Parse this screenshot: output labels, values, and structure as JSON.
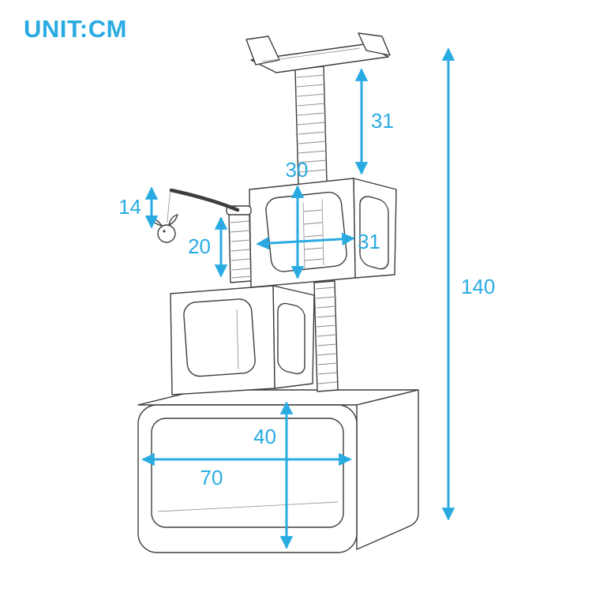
{
  "unit_label": "UNIT:CM",
  "accent_color": "#29ABE2",
  "sketch_color": "#3d3d3d",
  "dimensions": {
    "overall_height": "140",
    "top_post": "31",
    "top_cube_height": "30",
    "top_cube_width": "31",
    "middle_post": "20",
    "hanging_toy": "14",
    "base_height": "40",
    "base_width": "70"
  }
}
